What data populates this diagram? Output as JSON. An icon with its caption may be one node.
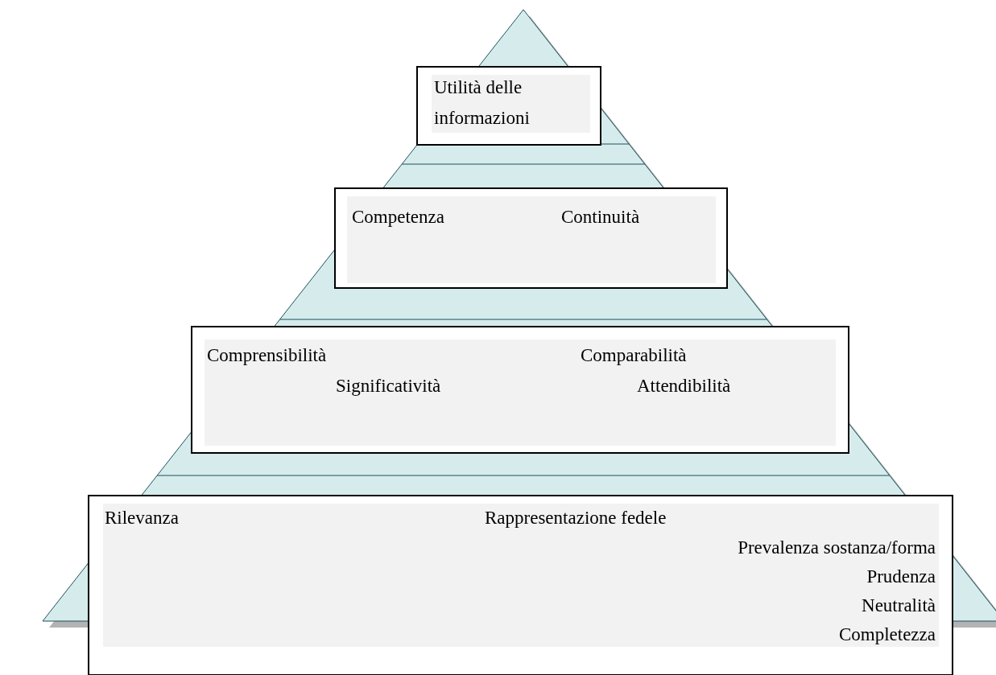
{
  "diagram": {
    "nodes": [
      {
        "text": [
          "Utilità delle informazioni"
        ]
      },
      {
        "text": [
          "Competenza",
          "Continuità"
        ]
      },
      {
        "text": [
          "Comprensibilità",
          "Comparabilità",
          "Significatività",
          "Attendibilità"
        ]
      },
      {
        "text": [
          "Rilevanza",
          "Rappresentazione fedele",
          "Prevalenza sostanza/forma",
          "Prudenza",
          "Neutralità",
          "Completezza"
        ]
      }
    ]
  }
}
